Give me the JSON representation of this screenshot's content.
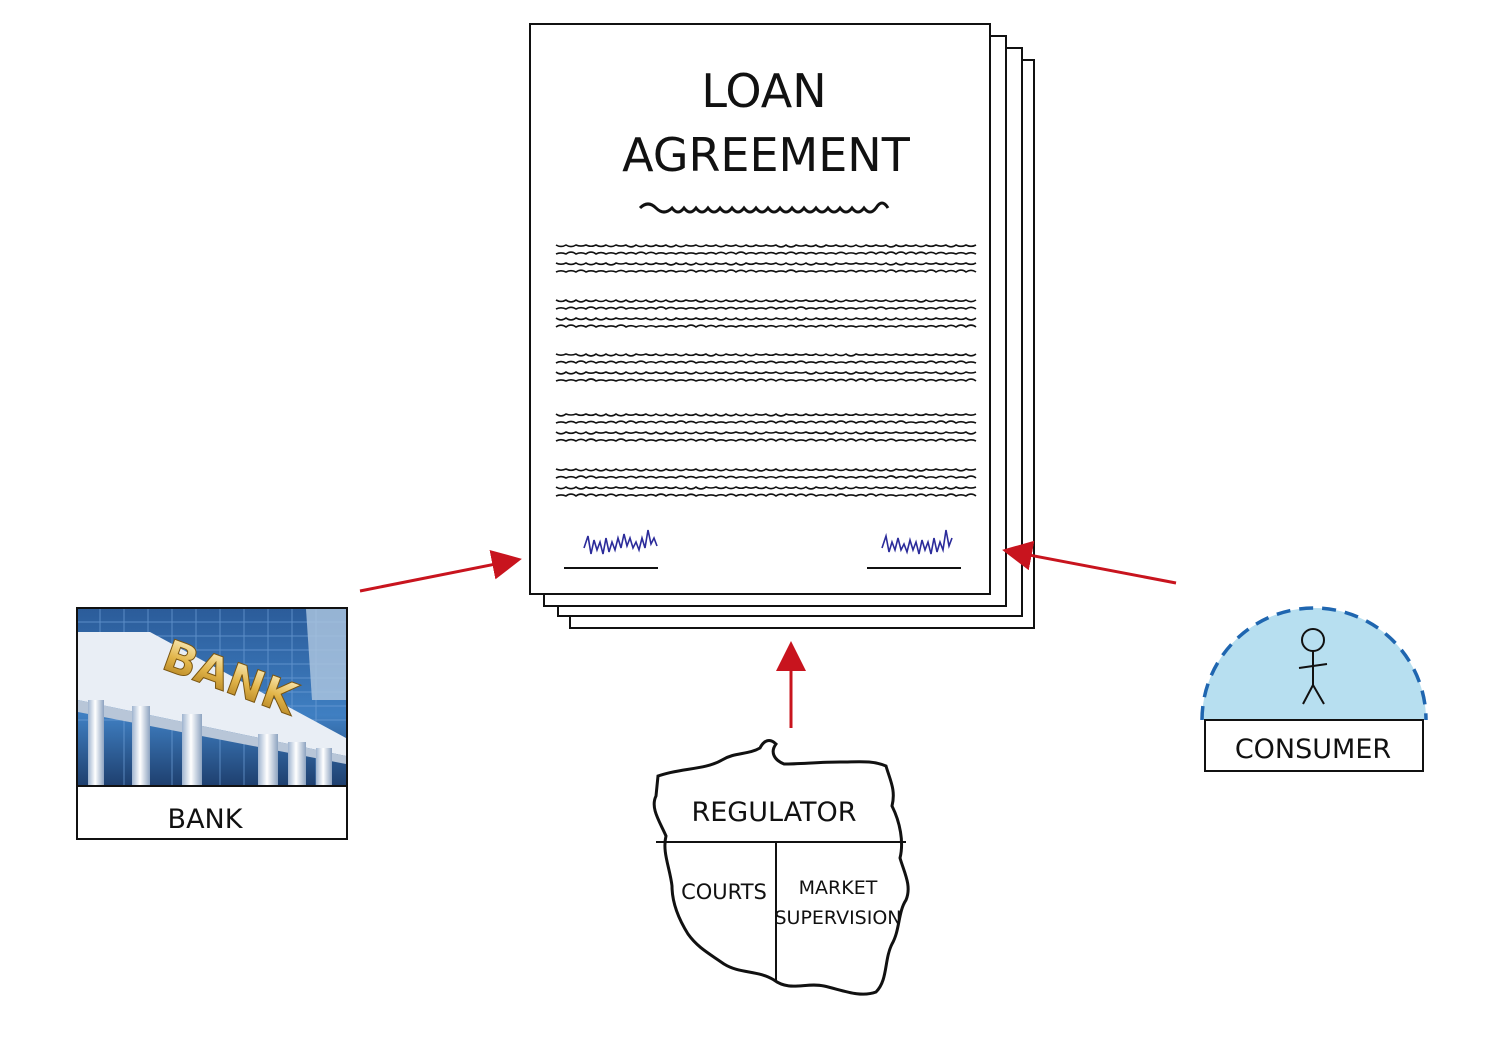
{
  "document": {
    "title_line1": "LOAN",
    "title_line2": "AGREEMENT"
  },
  "bank": {
    "label": "BANK",
    "sign_text": "BANK"
  },
  "consumer": {
    "label": "CONSUMER"
  },
  "regulator": {
    "label": "REGULATOR",
    "courts": "COURTS",
    "market_line1": "MARKET",
    "market_line2": "SUPERVISION"
  },
  "colors": {
    "arrow": "#c8141e",
    "consumer_fill": "#b7dff0",
    "consumer_dash": "#1f66b0",
    "signature": "#2b2b9a"
  }
}
